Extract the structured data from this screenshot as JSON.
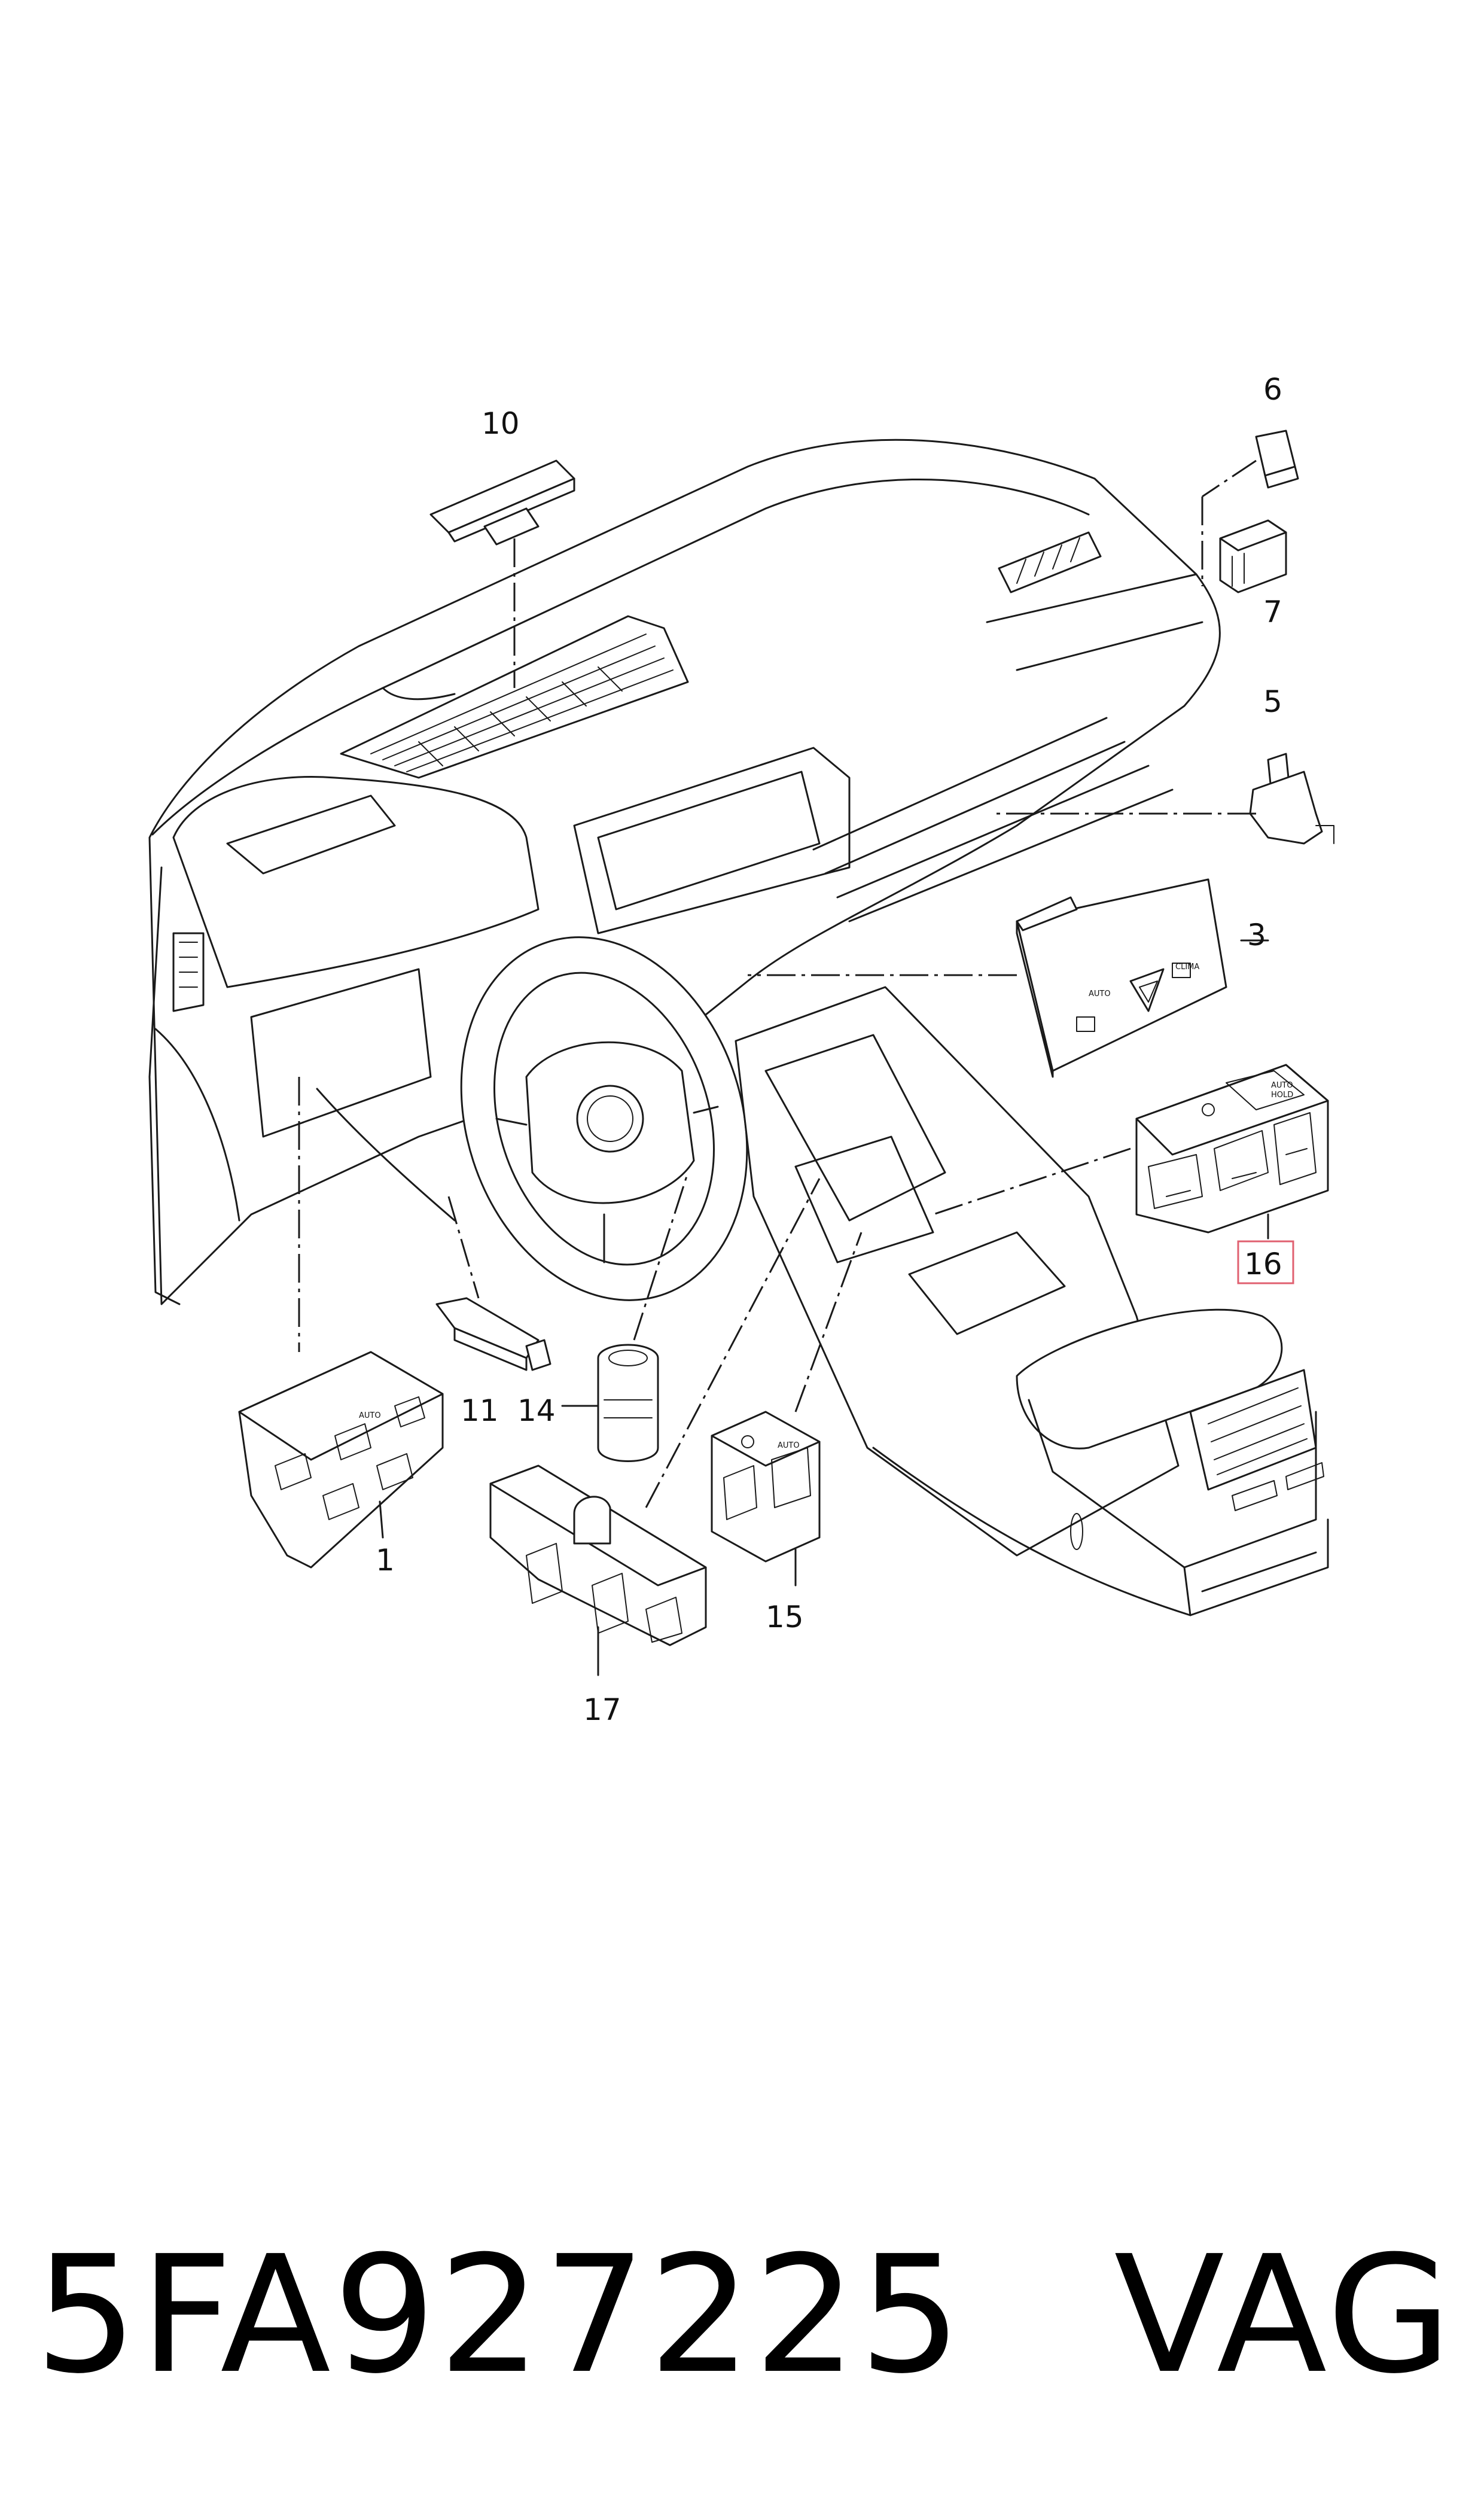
{
  "diagram": {
    "callouts": [
      {
        "id": "c1",
        "label": "1"
      },
      {
        "id": "c3",
        "label": "3"
      },
      {
        "id": "c5",
        "label": "5"
      },
      {
        "id": "c6",
        "label": "6"
      },
      {
        "id": "c7",
        "label": "7"
      },
      {
        "id": "c10",
        "label": "10"
      },
      {
        "id": "c11",
        "label": "11"
      },
      {
        "id": "c14",
        "label": "14"
      },
      {
        "id": "c15",
        "label": "15"
      },
      {
        "id": "c16",
        "label": "16",
        "highlighted": true
      },
      {
        "id": "c17",
        "label": "17"
      }
    ],
    "switch_labels": {
      "auto": "AUTO",
      "hold": "HOLD",
      "auto_hold_top": "AUTO",
      "auto_hold_bottom": "HOLD",
      "climate": "CLIMA"
    },
    "highlight_color": "#e06070"
  },
  "footer": {
    "part_number": "5FA927225",
    "brand": "VAG"
  }
}
